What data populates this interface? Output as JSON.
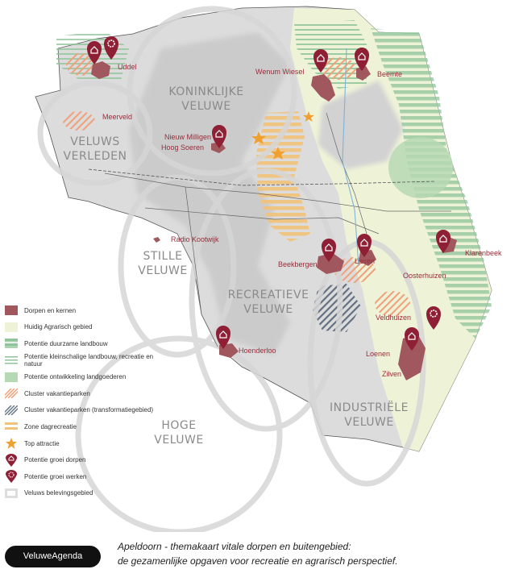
{
  "places": {
    "uddel": "Uddel",
    "meerveld": "Meerveld",
    "nieuw_milligen": "Nieuw Milligen",
    "hoog_soeren": "Hoog Soeren",
    "radio_kootwijk": "Radio Kootwijk",
    "wenum_wiesel": "Wenum Wiesel",
    "beemte": "Beemte",
    "beekbergen": "Beekbergen",
    "lieren": "Lieren",
    "klarenbeek": "Klarenbeek",
    "oosterhuizen": "Oosterhuizen",
    "veldhuizen": "Veldhuizen",
    "loenen": "Loenen",
    "zilven": "Zilven",
    "hoenderloo": "Hoenderloo"
  },
  "regions": {
    "koninklijke_1": "KONINKLIJKE",
    "koninklijke_2": "VELUWE",
    "verleden_1": "VELUWS",
    "verleden_2": "VERLEDEN",
    "stille_1": "STILLE",
    "stille_2": "VELUWE",
    "recreatieve_1": "RECREATIEVE",
    "recreatieve_2": "VELUWE",
    "hoge_1": "HOGE",
    "hoge_2": "VELUWE",
    "industriele_1": "INDUSTRIËLE",
    "industriele_2": "VELUWE"
  },
  "legend": [
    {
      "id": "dorpen",
      "label": "Dorpen en kernen",
      "swatch": "solid",
      "color": "#a0575e"
    },
    {
      "id": "agrarisch",
      "label": "Huidig Agrarisch gebied",
      "swatch": "solid",
      "color": "#eef3d8"
    },
    {
      "id": "duurzame",
      "label": "Potentie duurzame landbouw",
      "swatch": "h-stripes",
      "color": "#8fc49a"
    },
    {
      "id": "kleinschalige",
      "label": "Potentie kleinschalige landbouw, recreatie en natuur",
      "swatch": "h-stripes-thin",
      "color": "#8fc49a"
    },
    {
      "id": "landgoederen",
      "label": "Potentie ontwikkeling landgoederen",
      "swatch": "solid",
      "color": "#b6d8b4"
    },
    {
      "id": "vakantieparken",
      "label": "Cluster vakantieparken",
      "swatch": "d-stripes",
      "color": "#f0a07a"
    },
    {
      "id": "transformatie",
      "label": "Cluster vakantieparken (transformatiegebied)",
      "swatch": "d-stripes",
      "color": "#6a7a8e"
    },
    {
      "id": "dagrecreatie",
      "label": "Zone dagrecreatie",
      "swatch": "h-stripes",
      "color": "#f2c27a"
    },
    {
      "id": "top",
      "label": "Top attractie",
      "swatch": "star",
      "color": "#f0a030"
    },
    {
      "id": "groei_dorpen",
      "label": "Potentie groei dorpen",
      "swatch": "pin-house",
      "color": "#8e1f35"
    },
    {
      "id": "groei_werken",
      "label": "Potentie groei werken",
      "swatch": "pin-gear",
      "color": "#8e1f35"
    },
    {
      "id": "belevingsgebied",
      "label": "Veluws belevingsgebied",
      "swatch": "outline",
      "color": "#dddddd"
    }
  ],
  "brand": "VeluweAgenda",
  "caption": {
    "line1": "Apeldoorn - themakaart vitale dorpen en buitengebied:",
    "line2": "de gezamenlijke opgaven voor recreatie en agrarisch perspectief."
  },
  "colors": {
    "pin": "#8e1f35",
    "village": "#a0575e",
    "forest": "#d6d6d6",
    "ring": "#dedede",
    "agri": "#eef3d8",
    "green_stripe": "#8fc49a",
    "orange_stripe": "#f2c27a",
    "star": "#f0a030"
  }
}
